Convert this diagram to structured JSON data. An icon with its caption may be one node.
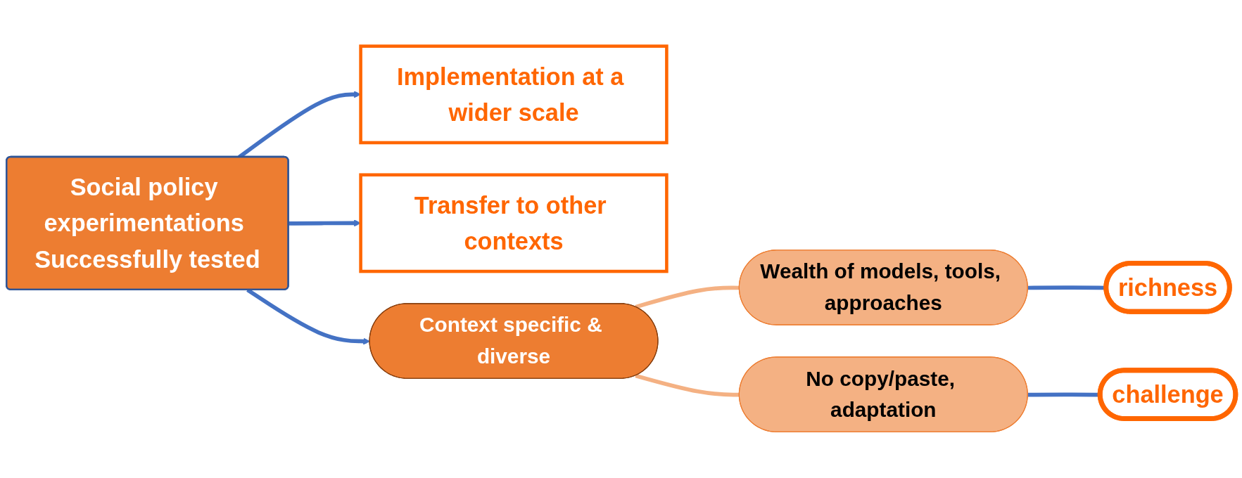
{
  "diagram": {
    "nodes": [
      {
        "text": [
          "Social policy experimentations Successfully tested"
        ]
      },
      {
        "text": [
          "Implementation at a wider scale"
        ]
      },
      {
        "text": [
          "Transfer to other contexts"
        ]
      },
      {
        "text": [
          "Context specific & diverse"
        ]
      },
      {
        "text": [
          "Wealth of models, tools, approaches"
        ]
      },
      {
        "text": [
          "richness"
        ]
      },
      {
        "text": [
          "No copy/paste, adaptation"
        ]
      },
      {
        "text": [
          "challenge"
        ]
      }
    ],
    "edges": [
      {
        "from": 0,
        "to": 1,
        "arrow": "to"
      },
      {
        "from": 0,
        "to": 2,
        "arrow": "to"
      },
      {
        "from": 0,
        "to": 3,
        "arrow": "to"
      },
      {
        "from": 3,
        "to": 4,
        "arrow": "none",
        "color": "#f4b183"
      },
      {
        "from": 3,
        "to": 6,
        "arrow": "none",
        "color": "#f4b183"
      },
      {
        "from": 4,
        "to": 5,
        "arrow": "none"
      },
      {
        "from": 6,
        "to": 7,
        "arrow": "none"
      }
    ]
  }
}
